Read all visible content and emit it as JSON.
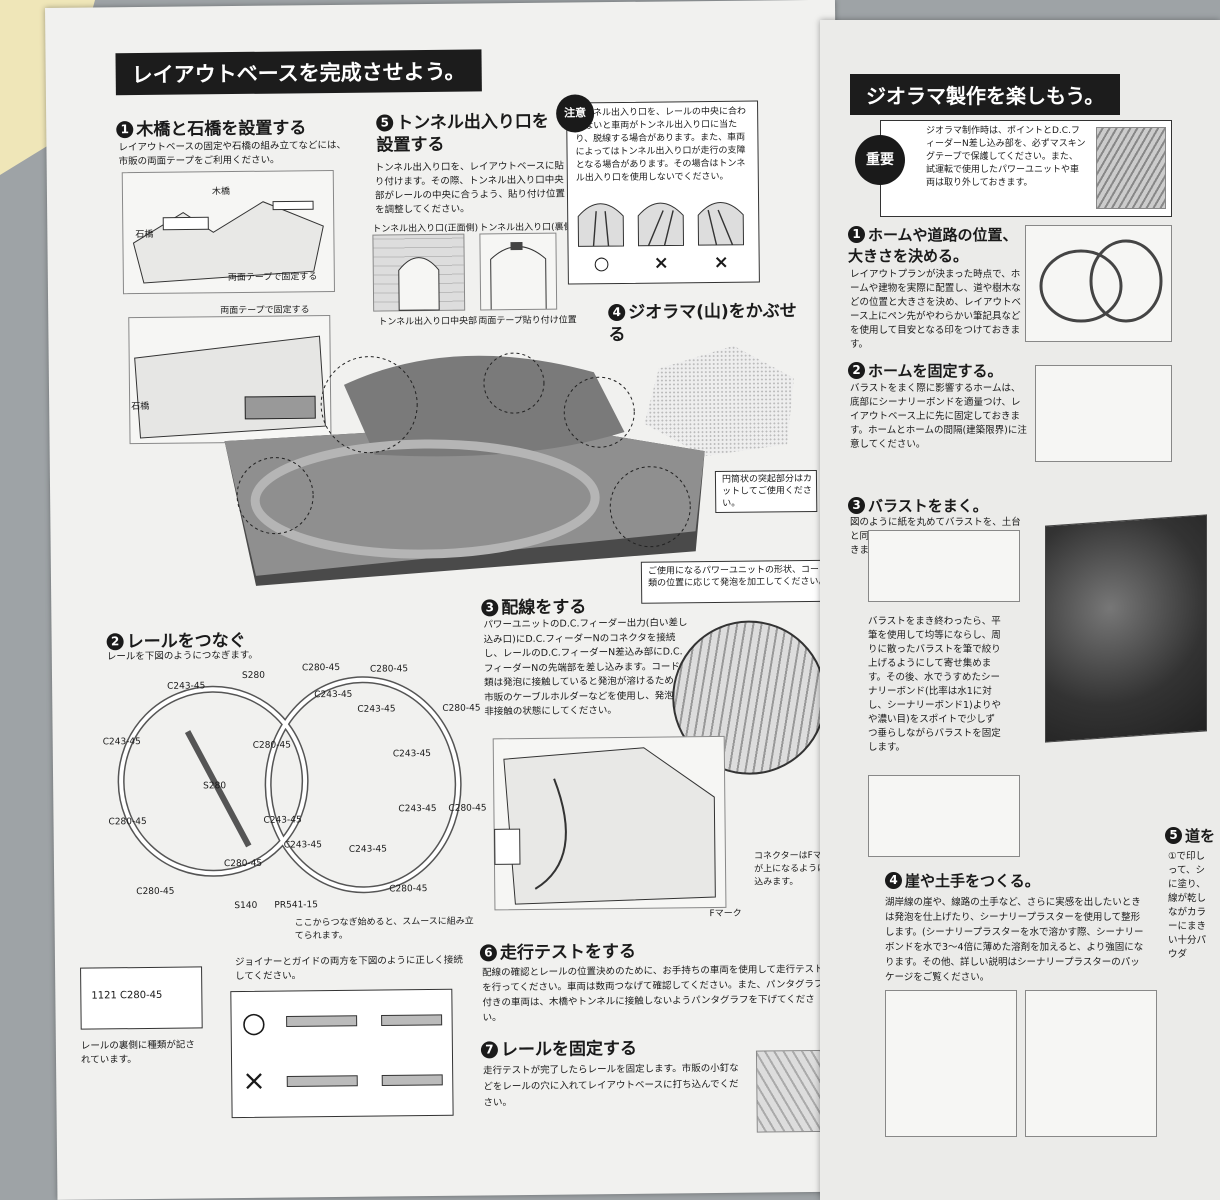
{
  "left": {
    "banner": "レイアウトベースを完成させよう。",
    "s1": {
      "num": "1",
      "title": "木橋と石橋を設置する",
      "text": "レイアウトベースの固定や石橋の組み立てなどには、市販の両面テープをご利用ください。",
      "l_wood": "木橋",
      "l_stone": "石橋",
      "l_tape": "両面テープで固定する",
      "l_tape2": "両面テープで固定する",
      "l_stone2": "石橋"
    },
    "s5": {
      "num": "5",
      "title": "トンネル出入り口を設置する",
      "text": "トンネル出入り口を、レイアウトベースに貼り付けます。その際、トンネル出入り口中央部がレールの中央に合うよう、貼り付け位置を調整してください。",
      "l_front": "トンネル出入り口(正面側)",
      "l_back": "トンネル出入り口(裏側)",
      "l_center": "トンネル出入り口中央部",
      "l_tapepos": "両面テープ貼り付け位置"
    },
    "caution": {
      "badge": "注意",
      "text": "トンネル出入り口を、レールの中央に合わせないと車両がトンネル出入り口に当たり、脱線する場合があります。また、車両によってはトンネル出入り口が走行の支障となる場合があります。その場合はトンネル出入り口を使用しないでください。",
      "ok": "○",
      "ng1": "×",
      "ng2": "×"
    },
    "s4": {
      "num": "4",
      "title": "ジオラマ(山)をかぶせる",
      "note": "円筒状の突起部分はカットしてご使用ください。"
    },
    "power_note": "ご使用になるパワーユニットの形状、コード類の位置に応じて発泡を加工してください。",
    "s2": {
      "num": "2",
      "title": "レールをつなぐ",
      "text": "レールを下図のようにつなぎます。",
      "start": "ここからつなぎ始めると、スムースに組み立てられます。",
      "joiner": "ジョイナーとガイドの両方を下図のように正しく接続してください。",
      "back": "レールの裏側に種類が記されています。",
      "ok": "○",
      "ng": "×",
      "rails": [
        "C243-45",
        "S280",
        "C280-45",
        "C280-45",
        "C243-45",
        "C280-45",
        "C243-45",
        "C280-45",
        "C243-45",
        "C280-45",
        "C243-45",
        "C243-45",
        "S280",
        "C280-45",
        "C243-45",
        "C243-45",
        "C243-45",
        "C280-45",
        "C280-45",
        "S140",
        "PR541-15",
        "C280-45"
      ],
      "plate": "1121  C280-45"
    },
    "s3": {
      "num": "3",
      "title": "配線をする",
      "text": "パワーユニットのD.C.フィーダー出力(白い差し込み口)にD.C.フィーダーNのコネクタを接続し、レールのD.C.フィーダーN差込み部にD.C.フィーダーNの先端部を差し込みます。コード類は発泡に接触していると発泡が溶けるため、市販のケーブルホルダーなどを使用し、発泡に非接触の状態にしてください。",
      "connector": "コネクターはFマークが上になるように差し込みます。",
      "fmark": "Fマーク"
    },
    "s6": {
      "num": "6",
      "title": "走行テストをする",
      "text": "配線の確認とレールの位置決めのために、お手持ちの車両を使用して走行テストを行ってください。車両は数両つなげて確認してください。また、パンタグラフ付きの車両は、木橋やトンネルに接触しないようパンタグラフを下げてください。"
    },
    "s7": {
      "num": "7",
      "title": "レールを固定する",
      "text": "走行テストが完了したらレールを固定します。市販の小釘などをレールの穴に入れてレイアウトベースに打ち込んでください。"
    }
  },
  "right": {
    "banner": "ジオラマ製作を楽しもう。",
    "important": {
      "badge": "重要",
      "text": "ジオラマ制作時は、ポイントとD.C.フィーダーN差し込み部を、必ずマスキングテープで保護してください。また、試運転で使用したパワーユニットや車両は取り外しておきます。"
    },
    "r1": {
      "num": "1",
      "title": "ホームや道路の位置、大きさを決める。",
      "text": "レイアウトプランが決まった時点で、ホームや建物を実際に配置し、道や樹木などの位置と大きさを決め、レイアウトベース上にペン先がやわらかい筆記具などを使用して目安となる印をつけておきます。"
    },
    "r2": {
      "num": "2",
      "title": "ホームを固定する。",
      "text": "バラストをまく際に影響するホームは、底部にシーナリーボンドを適量つけ、レイアウトベース上に先に固定しておきます。ホームとホームの間隔(建築限界)に注意してください。"
    },
    "r3": {
      "num": "3",
      "title": "バラストをまく。",
      "text": "図のように紙を丸めてバラストを、土台と同じ幅に少しずつていねいにまいていきます。",
      "text2": "バラストをまき終わったら、平筆を使用して均等にならし、周りに散ったバラストを筆で絞り上げるようにして寄せ集めます。その後、水でうすめたシーナリーボンド(比率は水1に対し、シーナリーボンド1)よりやや濃い目)をスポイトで少しずつ垂らしながらバラストを固定します。"
    },
    "r4": {
      "num": "4",
      "title": "崖や土手をつくる。",
      "text": "湖岸線の崖や、線路の土手など、さらに実感を出したいときは発泡を仕上げたり、シーナリープラスターを使用して整形します。(シーナリープラスターを水で溶かす際、シーナリーボンドを水で3〜4倍に薄めた溶剤を加えると、より強固になります。その他、詳しい説明はシーナリープラスターのパッケージをご覧ください。"
    },
    "r5": {
      "num": "5",
      "title": "道を",
      "text": "①で印しって、シに塗り、線が乾しながカラーにまきい十分パウダ"
    }
  }
}
